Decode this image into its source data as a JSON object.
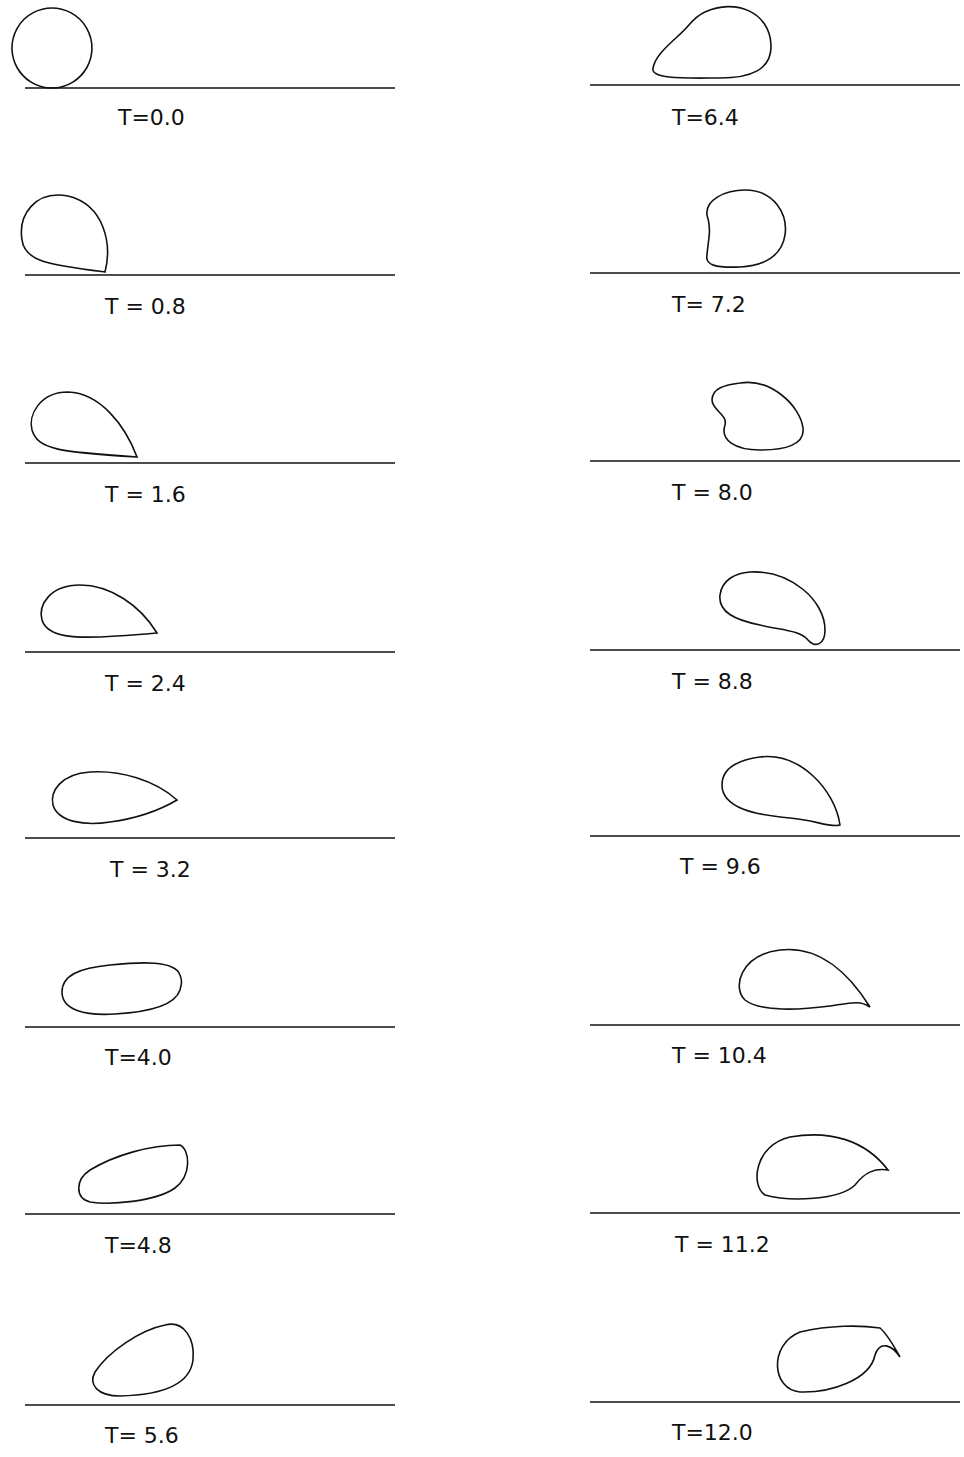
{
  "diagram": {
    "labels": [
      "T=0.0",
      "T = 0.8",
      "T = 1.6",
      "T = 2.4",
      "T = 3.2",
      "T=4.0",
      "T=4.8",
      "T= 5.6",
      "T=6.4",
      "T= 7.2",
      "T = 8.0",
      "T = 8.8",
      "T = 9.6",
      "T = 10.4",
      "T = 11.2",
      "T=12.0"
    ]
  }
}
